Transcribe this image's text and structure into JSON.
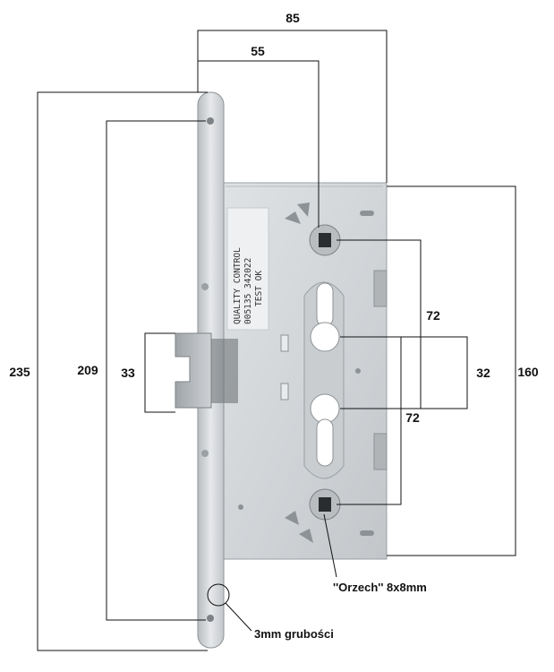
{
  "dimensions": {
    "width_total": "85",
    "backset": "55",
    "height_total": "235",
    "faceplate_inner": "209",
    "latch_height": "33",
    "spindle_to_cylinder_upper": "72",
    "spindle_to_cylinder_lower": "72",
    "cylinder_gap": "32",
    "case_height": "160"
  },
  "stamp": {
    "line1": "QUALITY CONTROL",
    "line2": "005135  342022",
    "line3": "TEST OK"
  },
  "notes": {
    "spindle": "''Orzech'' 8x8mm",
    "thickness": "3mm grubości"
  },
  "colors": {
    "metal": "#d4d7d9",
    "metal_dark": "#a9adb0",
    "line": "#111111"
  }
}
